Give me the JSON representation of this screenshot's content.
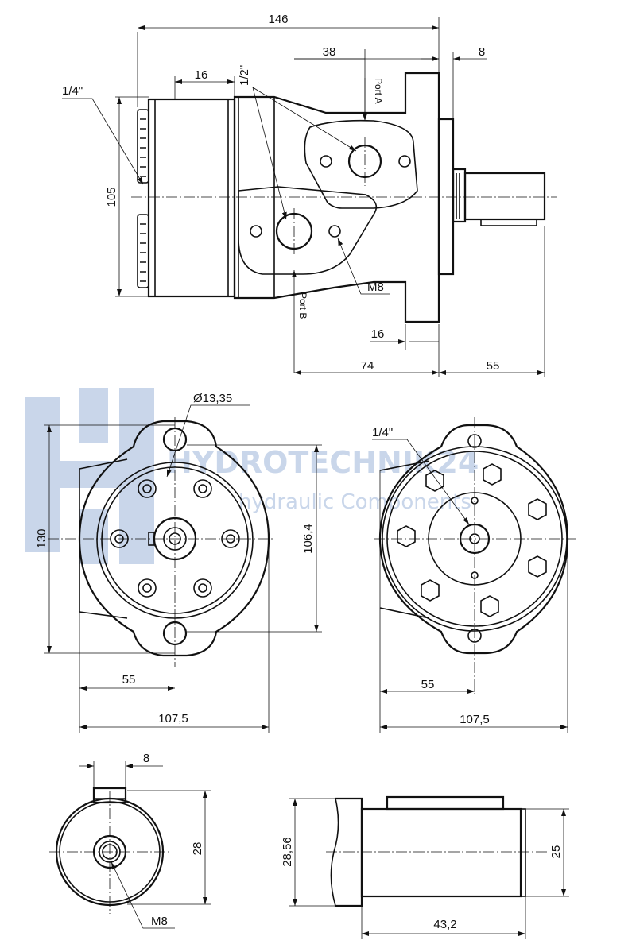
{
  "watermark": {
    "brand": "HYDROTECHNIK24",
    "tagline": "hydraulic Components",
    "color": "#c9d6ea"
  },
  "side_view": {
    "dims": {
      "overall": "146",
      "d38": "38",
      "d8": "8",
      "d16_top": "16",
      "d105": "105",
      "d16_bottom": "16",
      "d74": "74",
      "d55": "55"
    },
    "labels": {
      "quarter_inch": "1/4\"",
      "half_inch": "1/2\"",
      "port_a": "Port A",
      "port_b": "Port B",
      "m8": "M8"
    }
  },
  "front_view": {
    "dims": {
      "hole_dia": "Ø13,35",
      "d130": "130",
      "d106_4": "106,4",
      "d55": "55",
      "d107_5": "107,5"
    }
  },
  "rear_view": {
    "dims": {
      "quarter_inch": "1/4\"",
      "d55": "55",
      "d107_5": "107,5"
    }
  },
  "shaft_end_view": {
    "dims": {
      "d8": "8",
      "d28": "28",
      "m8": "M8"
    }
  },
  "shaft_side_view": {
    "dims": {
      "d28_56": "28,56",
      "d25": "25",
      "d43_2": "43,2"
    }
  }
}
